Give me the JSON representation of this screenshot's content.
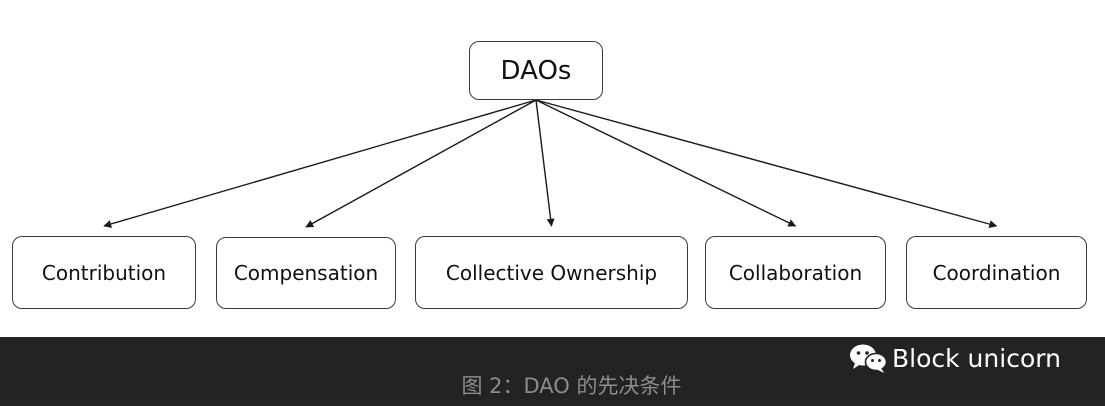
{
  "diagram": {
    "root": {
      "id": "daos",
      "label": "DAOs"
    },
    "children": [
      {
        "id": "contribution",
        "label": "Contribution"
      },
      {
        "id": "compensation",
        "label": "Compensation"
      },
      {
        "id": "collective-ownership",
        "label": "Collective Ownership"
      },
      {
        "id": "collaboration",
        "label": "Collaboration"
      },
      {
        "id": "coordination",
        "label": "Coordination"
      }
    ],
    "edges": [
      {
        "from": "daos",
        "to": "contribution"
      },
      {
        "from": "daos",
        "to": "compensation"
      },
      {
        "from": "daos",
        "to": "collective-ownership"
      },
      {
        "from": "daos",
        "to": "collaboration"
      },
      {
        "from": "daos",
        "to": "coordination"
      }
    ]
  },
  "caption": "图 2：DAO 的先决条件",
  "watermark": {
    "icon": "wechat-icon",
    "text": "Block unicorn"
  },
  "colors": {
    "node_border": "#3a3a3a",
    "edge": "#1a1a1a",
    "footer_bg": "#222325",
    "caption_text": "#8c8c8c",
    "watermark_text": "#ffffff"
  }
}
